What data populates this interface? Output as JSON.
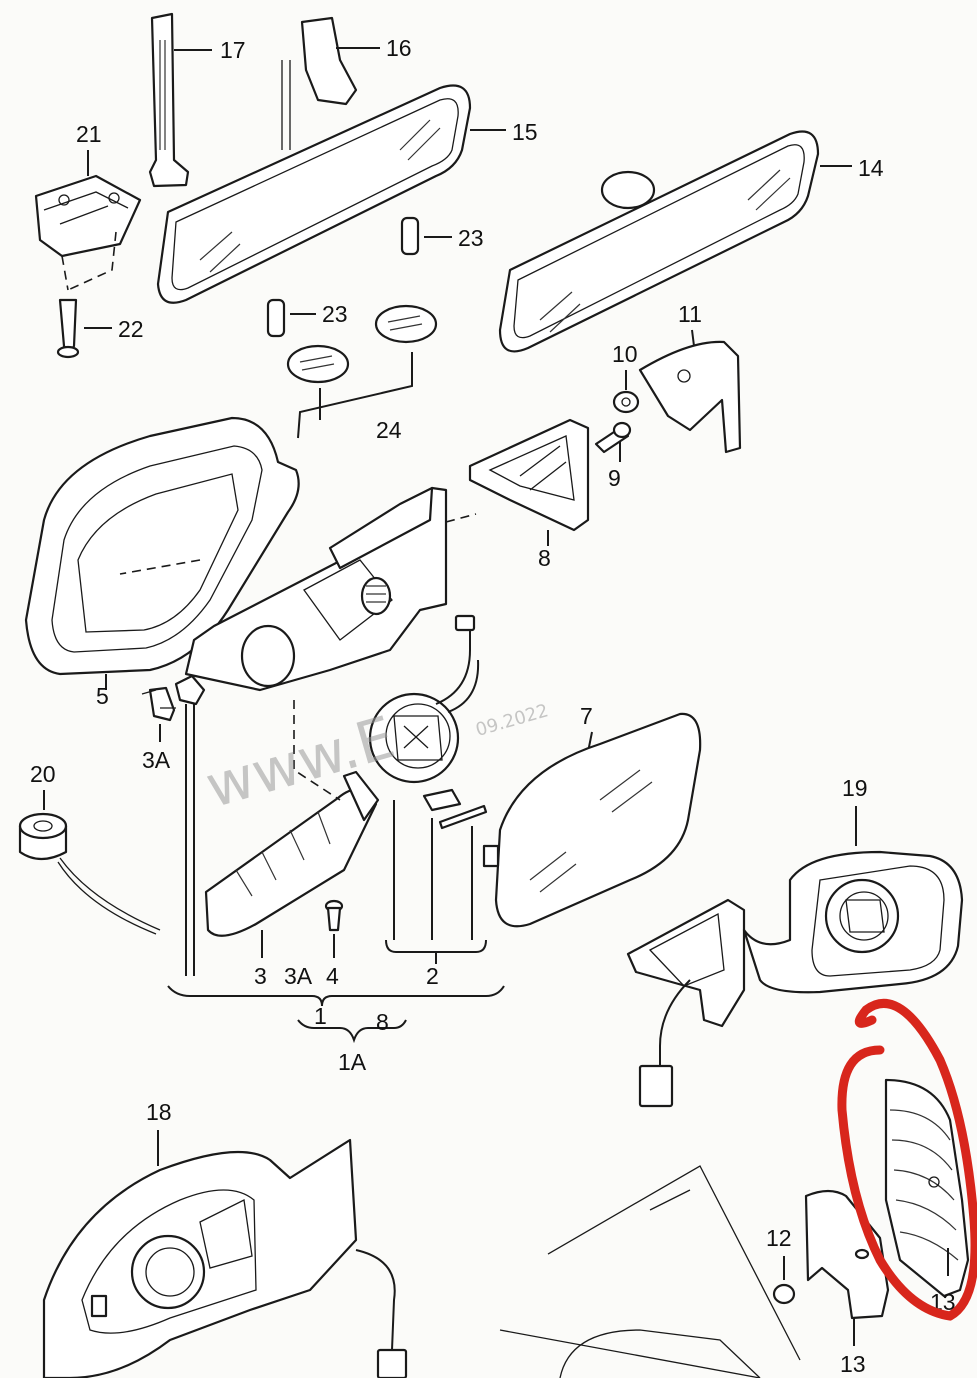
{
  "labels": {
    "p1": "1",
    "p1A": "1A",
    "p2": "2",
    "p3": "3",
    "p3A": "3A",
    "p3A_b": "3A",
    "p4": "4",
    "p5": "5",
    "p7": "7",
    "p8": "8",
    "p8_b": "8",
    "p9": "9",
    "p10": "10",
    "p11": "11",
    "p12": "12",
    "p13": "13",
    "p13_b": "13",
    "p14": "14",
    "p15": "15",
    "p16": "16",
    "p17": "17",
    "p18": "18",
    "p19": "19",
    "p20": "20",
    "p21": "21",
    "p22": "22",
    "p23": "23",
    "p23_b": "23",
    "p24": "24"
  },
  "watermark": {
    "site": "www.E",
    "date": "09.2022"
  },
  "highlight_color": "#d8261c"
}
